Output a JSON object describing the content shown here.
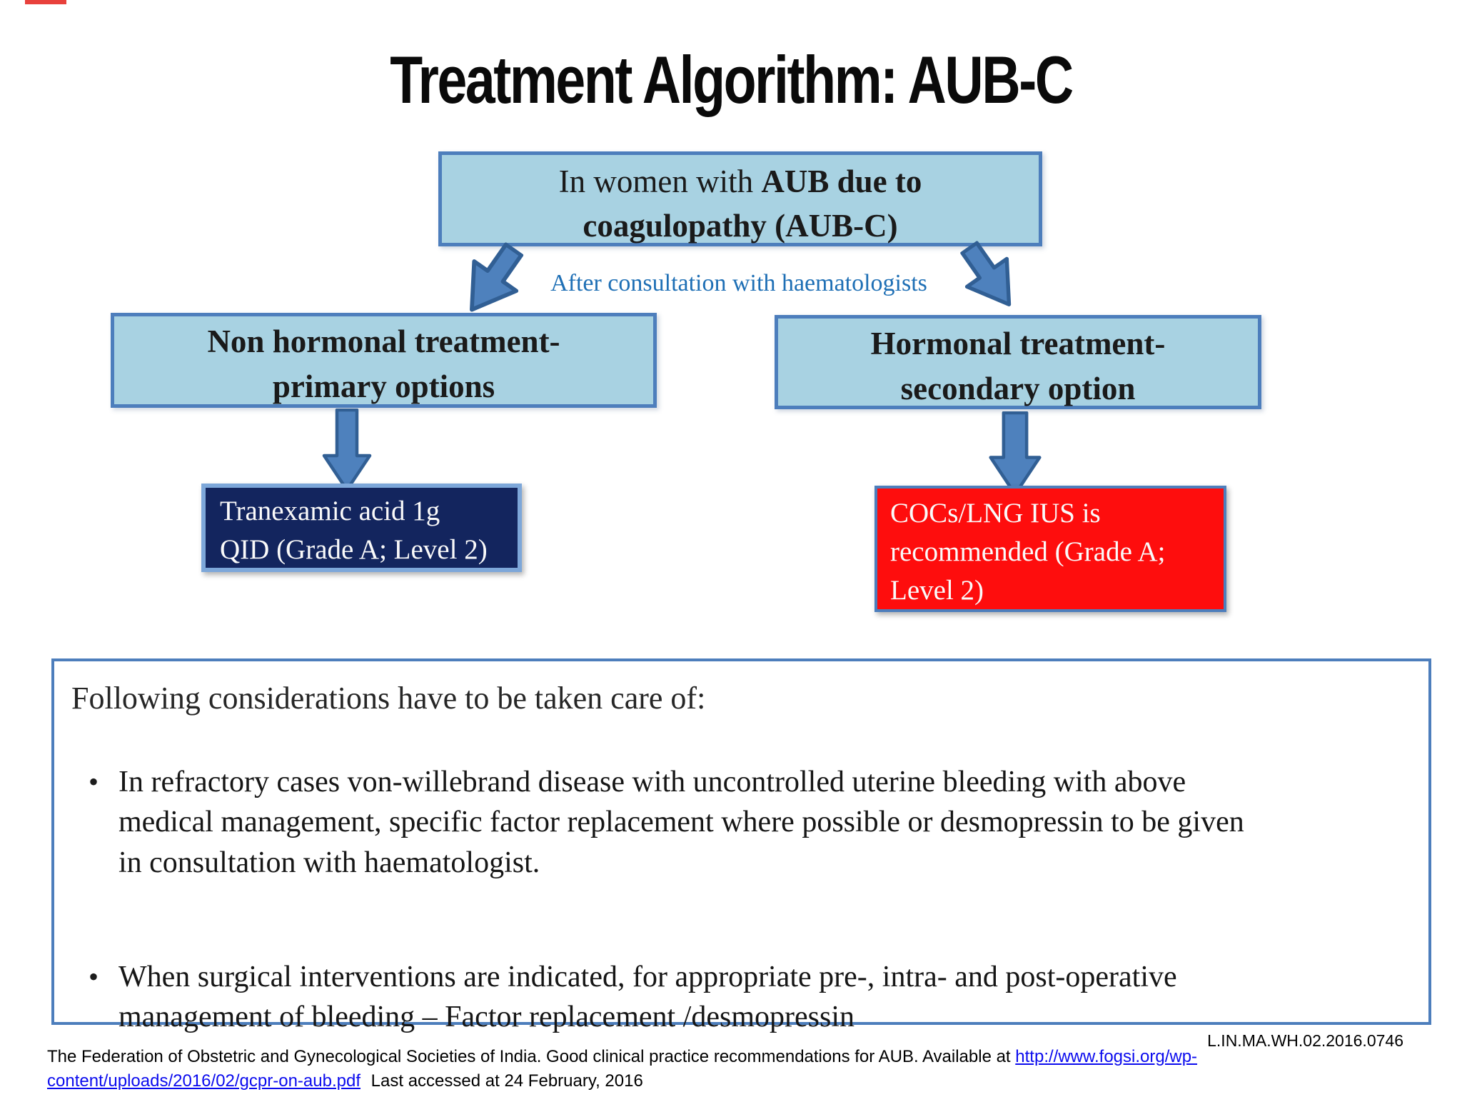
{
  "title": "Treatment Algorithm: AUB-C",
  "flowchart": {
    "root_box": {
      "normal_text": "In women with",
      "bold_line1": "AUB due to",
      "bold_line2": "coagulopathy (AUB-C)"
    },
    "arrow_caption": "After consultation with haematologists",
    "left_branch_label": "Non hormonal treatment-\nprimary options",
    "right_branch_label": "Hormonal treatment-\nsecondary option",
    "left_outcome_label": "Tranexamic acid 1g\nQID (Grade A; Level 2)",
    "right_outcome_label": "COCs/LNG IUS is\nrecommended (Grade A;\nLevel 2)"
  },
  "considerations": {
    "heading": "Following considerations have to be taken care of:",
    "bullet_glyph": "•",
    "bullets": [
      "In refractory cases von-willebrand disease with uncontrolled uterine bleeding with above\nmedical management, specific factor replacement where possible or desmopressin to be given\nin consultation with haematologist.",
      "When surgical interventions are indicated, for appropriate pre-, intra- and post-operative\nmanagement of bleeding – Factor replacement /desmopressin"
    ]
  },
  "footer": {
    "document_code": "L.IN.MA.WH.02.2016.0746",
    "citation_prefix": "The Federation of  Obstetric and Gynecological Societies of India. Good clinical practice recommendations for AUB. Available at",
    "link_line1": "http://www.fogsi.org/wp-",
    "link_line2": "content/uploads/2016/02/gcpr-on-aub.pdf",
    "citation_suffix": "Last accessed at 24 February, 2016"
  },
  "colors": {
    "box_fill": "#a8d2e2",
    "box_border": "#4d7ebc",
    "arrow_fill": "#4e81bd",
    "arrow_outline": "#315f94",
    "navy_fill": "#13255e",
    "navy_border": "#7da7d9",
    "red_fill": "#fe0d0d",
    "caption_blue": "#1e6fb5",
    "link_blue": "#0b0bee",
    "accent_mark_red": "#e8413c"
  }
}
